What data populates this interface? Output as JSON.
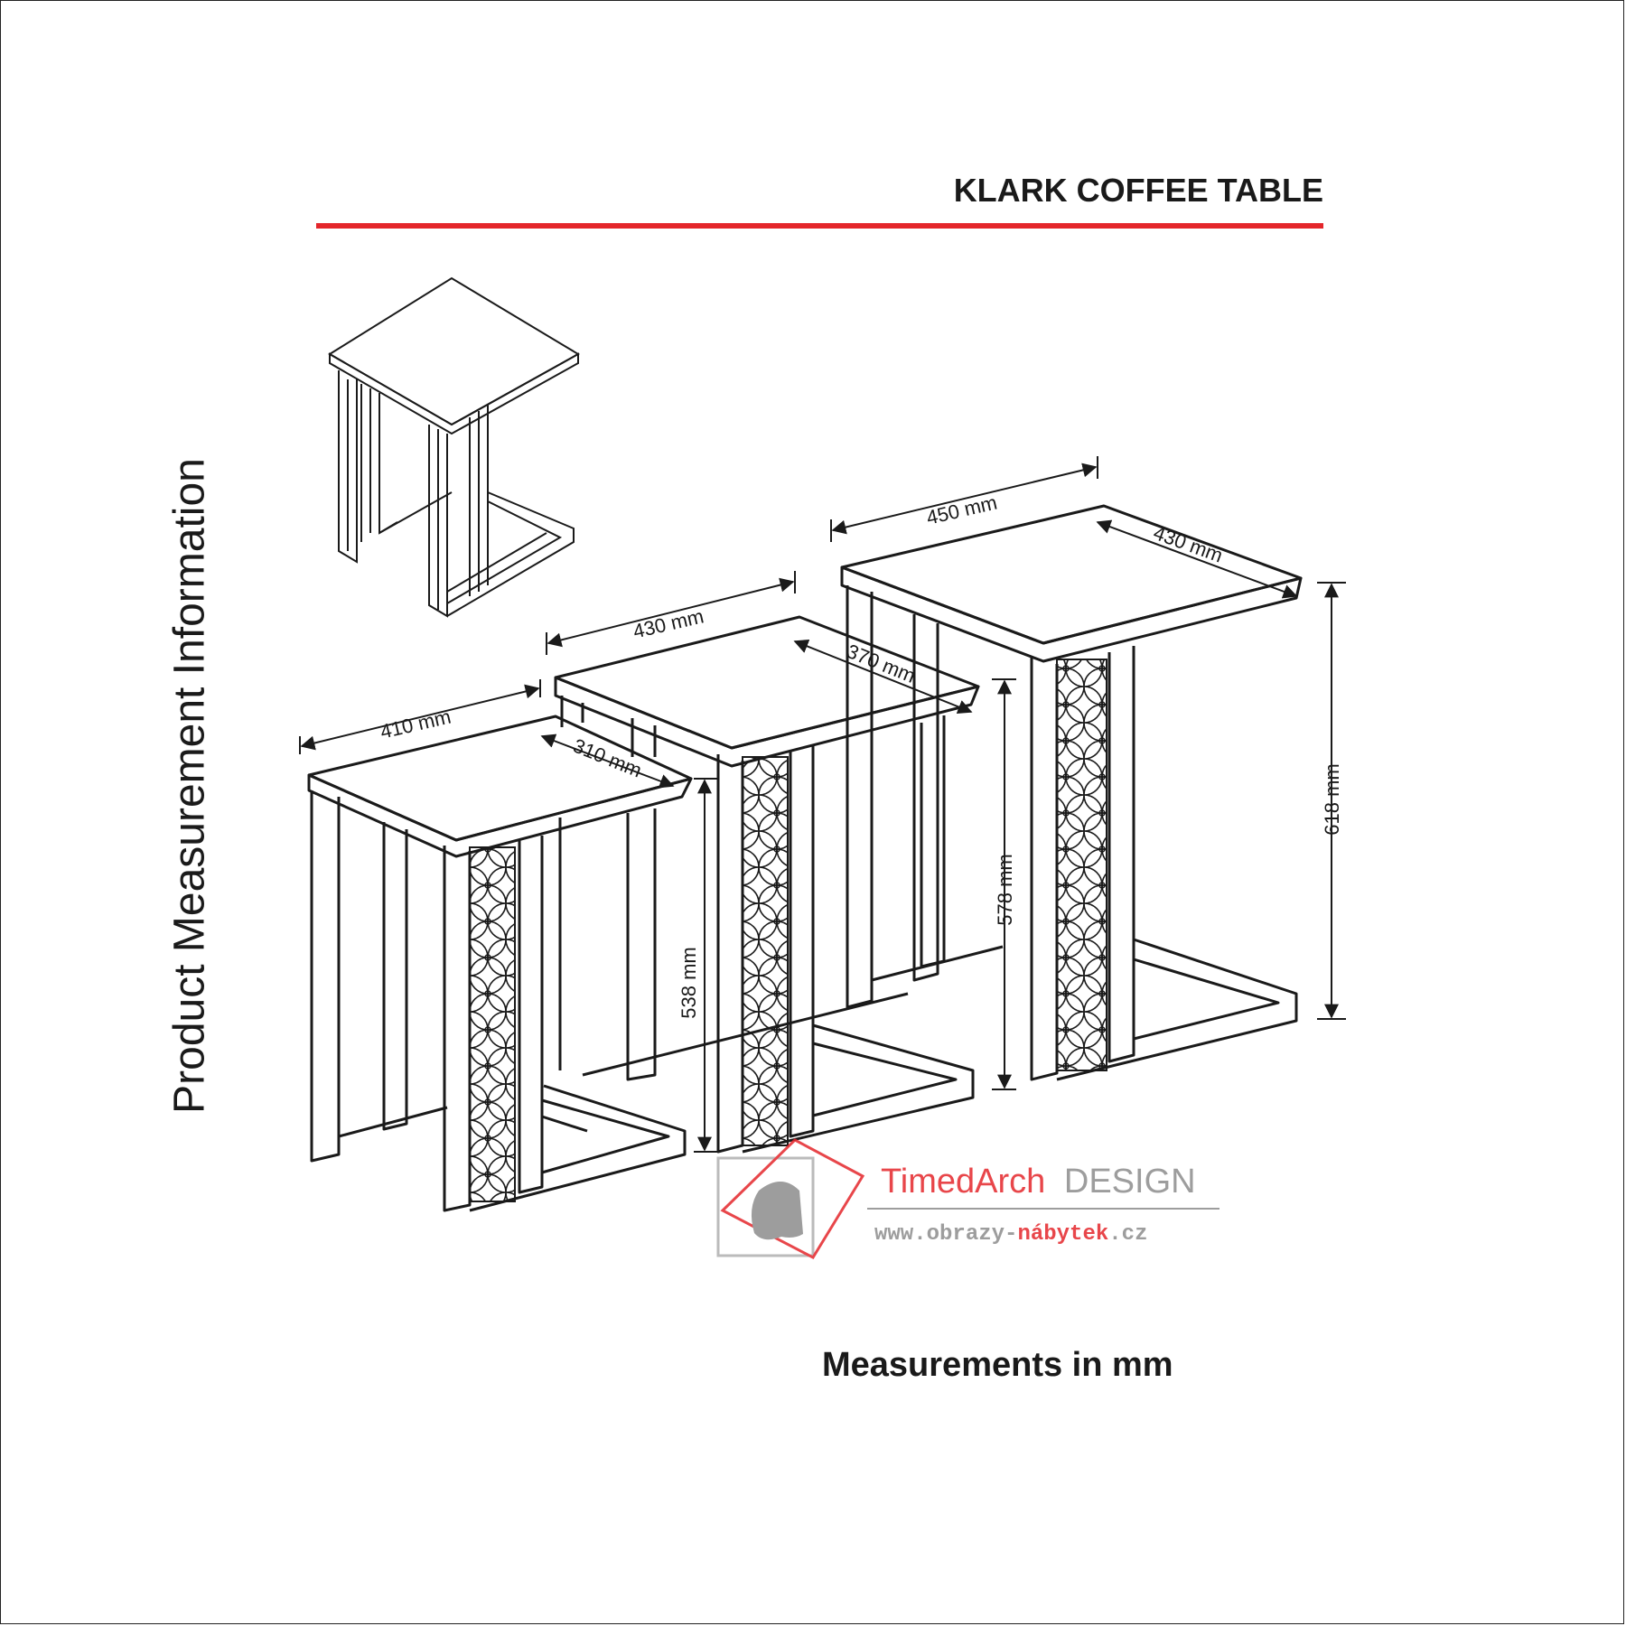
{
  "header": {
    "title": "KLARK COFFEE TABLE",
    "accent_color": "#e4262b"
  },
  "side_title": "Product Measurement Information",
  "footer_note": "Measurements in mm",
  "dimensions": {
    "small": {
      "width": "410 mm",
      "depth": "310 mm",
      "height": "538 mm"
    },
    "medium": {
      "width": "430 mm",
      "depth": "370 mm",
      "height": "578 mm"
    },
    "large": {
      "width": "450 mm",
      "depth": "430 mm",
      "height": "618 mm"
    }
  },
  "watermark": {
    "brand_part1": "TimedArch",
    "brand_part2": "DESIGN",
    "url_part1": "www.obrazy-",
    "url_part2": "nábytek",
    "url_part3": ".cz",
    "brand_color": "#e4262b",
    "gray_color": "#8c8c8c"
  }
}
